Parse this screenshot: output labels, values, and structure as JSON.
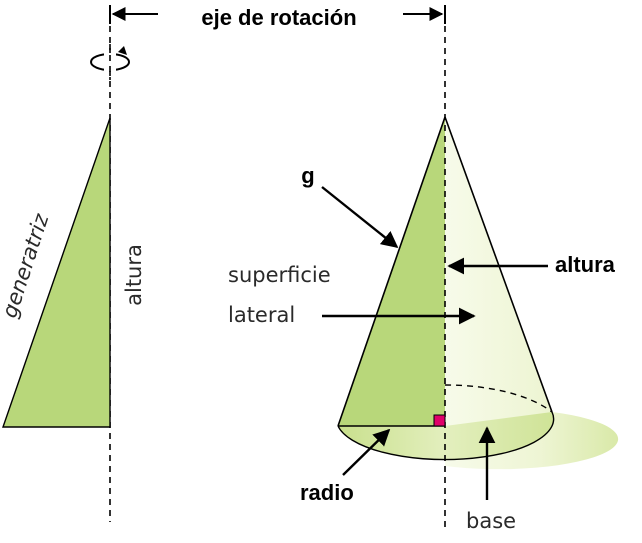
{
  "labels": {
    "axis_title": "eje de rotación",
    "generatriz": "generatriz",
    "altura_left": "altura",
    "g": "g",
    "altura_right": "altura",
    "superficie_line1": "superficie",
    "superficie_line2": "lateral",
    "radio": "radio",
    "base": "base"
  },
  "colors": {
    "fill_light_green": "#b8d77a",
    "fill_pale_green": "#eef5d6",
    "right_angle_marker": "#e0006a",
    "line": "#000000"
  },
  "icons": {
    "rotation": "rotation-arrow-icon"
  }
}
